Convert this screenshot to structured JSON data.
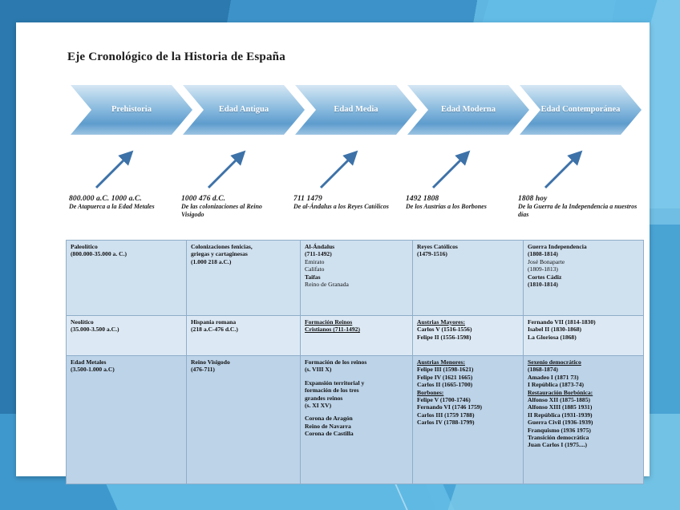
{
  "slide": {
    "title": "Eje Cronológico de la Historia de España",
    "phases": [
      {
        "label": "Prehistoria"
      },
      {
        "label": "Edad Antigua"
      },
      {
        "label": "Edad Media"
      },
      {
        "label": "Edad Moderna"
      },
      {
        "label": "Edad Contemporánea"
      }
    ],
    "captions": [
      {
        "date": "800.000 a.C. 1000 a.C.",
        "desc": "De Atapuerca a la Edad Metales"
      },
      {
        "date": "1000 476 d.C.",
        "desc": "De las colonizaciones al Reino Visigodo"
      },
      {
        "date": "711 1479",
        "desc": "De al-Ándalus a los Reyes Católicos"
      },
      {
        "date": "1492 1808",
        "desc": "De los Austrias a los Borbones"
      },
      {
        "date": "1808  hoy",
        "desc": "De la Guerra de la Independencia a nuestros días"
      }
    ],
    "table": {
      "rows": [
        {
          "cells": [
            {
              "lines": [
                {
                  "text": "Paleolítico",
                  "style": "b"
                },
                {
                  "text": "(800.000-35.000 a. C.)",
                  "style": "b"
                }
              ]
            },
            {
              "lines": [
                {
                  "text": "Colonizaciones fenicias,",
                  "style": "b"
                },
                {
                  "text": "griegas y cartaginesas",
                  "style": "b"
                },
                {
                  "text": "(1.000 218 a.C.)",
                  "style": "b"
                }
              ]
            },
            {
              "lines": [
                {
                  "text": "Al-Ándalus",
                  "style": "b"
                },
                {
                  "text": "(711-1492)",
                  "style": "b"
                },
                {
                  "text": "Emirato",
                  "style": "n"
                },
                {
                  "text": "Califato",
                  "style": "n"
                },
                {
                  "text": "Taifas",
                  "style": "b"
                },
                {
                  "text": "Reino de Granada",
                  "style": "n"
                }
              ]
            },
            {
              "lines": [
                {
                  "text": "Reyes Católicos",
                  "style": "b"
                },
                {
                  "text": "(1479-1516)",
                  "style": "b"
                }
              ]
            },
            {
              "lines": [
                {
                  "text": "Guerra Independencia",
                  "style": "b"
                },
                {
                  "text": "(1808-1814)",
                  "style": "b"
                },
                {
                  "text": "José Bonaparte",
                  "style": "n"
                },
                {
                  "text": "(1809-1813)",
                  "style": "n"
                },
                {
                  "text": "Cortes Cádiz",
                  "style": "b"
                },
                {
                  "text": "(1810-1814)",
                  "style": "b"
                }
              ]
            }
          ]
        },
        {
          "cells": [
            {
              "lines": [
                {
                  "text": "Neolítico",
                  "style": "b"
                },
                {
                  "text": "(35.000-3.500 a.C.)",
                  "style": "b"
                }
              ]
            },
            {
              "lines": [
                {
                  "text": "Hispania romana",
                  "style": "b"
                },
                {
                  "text": "(218 a.C-476 d.C.)",
                  "style": "b"
                }
              ]
            },
            {
              "lines": [
                {
                  "text": "Formación Reinos",
                  "style": "u"
                },
                {
                  "text": "Cristianos (711-1492)",
                  "style": "u"
                }
              ]
            },
            {
              "lines": [
                {
                  "text": "Austrias Mayores:",
                  "style": "u"
                },
                {
                  "text": "Carlos V (1516-1556)",
                  "style": "b"
                },
                {
                  "text": "Felipe II (1556-1598)",
                  "style": "b"
                }
              ]
            },
            {
              "lines": [
                {
                  "text": "Fernando VII (1814-1830)",
                  "style": "b"
                },
                {
                  "text": "Isabel II (1830-1868)",
                  "style": "b"
                },
                {
                  "text": "La Gloriosa (1868)",
                  "style": "b"
                }
              ]
            }
          ]
        },
        {
          "cells": [
            {
              "lines": [
                {
                  "text": "Edad Metales",
                  "style": "b"
                },
                {
                  "text": "(3.500-1.000 a.C)",
                  "style": "b"
                }
              ]
            },
            {
              "lines": [
                {
                  "text": "Reino Visigodo",
                  "style": "b"
                },
                {
                  "text": "(476-711)",
                  "style": "b"
                }
              ]
            },
            {
              "lines": [
                {
                  "text": "Formación de los reinos",
                  "style": "b"
                },
                {
                  "text": "(s. VIII X)",
                  "style": "b"
                },
                {
                  "text": "",
                  "style": "gap"
                },
                {
                  "text": "Expansión territorial y",
                  "style": "b"
                },
                {
                  "text": "formación de los tres",
                  "style": "b"
                },
                {
                  "text": "grandes reinos",
                  "style": "b"
                },
                {
                  "text": "(s. XI XV)",
                  "style": "b"
                },
                {
                  "text": "",
                  "style": "gap"
                },
                {
                  "text": "Corona de Aragón",
                  "style": "b"
                },
                {
                  "text": "Reino de Navarra",
                  "style": "b"
                },
                {
                  "text": "Corona de Castilla",
                  "style": "b"
                }
              ]
            },
            {
              "lines": [
                {
                  "text": "Austrias Menores:",
                  "style": "u"
                },
                {
                  "text": "Felipe III (1598-1621)",
                  "style": "b"
                },
                {
                  "text": "Felipe IV (1621 1665)",
                  "style": "b"
                },
                {
                  "text": "Carlos II (1665-1700)",
                  "style": "b"
                },
                {
                  "text": "Borbones:",
                  "style": "u"
                },
                {
                  "text": "Felipe V (1700-1746)",
                  "style": "b"
                },
                {
                  "text": "Fernando VI (1746 1759)",
                  "style": "b"
                },
                {
                  "text": "Carlos III (1759 1788)",
                  "style": "b"
                },
                {
                  "text": "Carlos IV (1788-1799)",
                  "style": "b"
                }
              ]
            },
            {
              "lines": [
                {
                  "text": "Sexenio democrático",
                  "style": "u"
                },
                {
                  "text": "(1868-1874)",
                  "style": "b"
                },
                {
                  "text": "Amadeo I (1871 73)",
                  "style": "b"
                },
                {
                  "text": "I República (1873-74)",
                  "style": "b"
                },
                {
                  "text": "Restauración Borbónica:",
                  "style": "u"
                },
                {
                  "text": "Alfonso XII (1875-1885)",
                  "style": "b"
                },
                {
                  "text": "Alfonso XIII (1885 1931)",
                  "style": "b"
                },
                {
                  "text": "II República (1931-1939)",
                  "style": "b"
                },
                {
                  "text": "Guerra Civil (1936-1939)",
                  "style": "b"
                },
                {
                  "text": "Franquismo (1936 1975)",
                  "style": "b"
                },
                {
                  "text": "Transición democrática",
                  "style": "b"
                },
                {
                  "text": "Juan Carlos I (1975....)",
                  "style": "b"
                }
              ]
            }
          ]
        }
      ]
    }
  }
}
